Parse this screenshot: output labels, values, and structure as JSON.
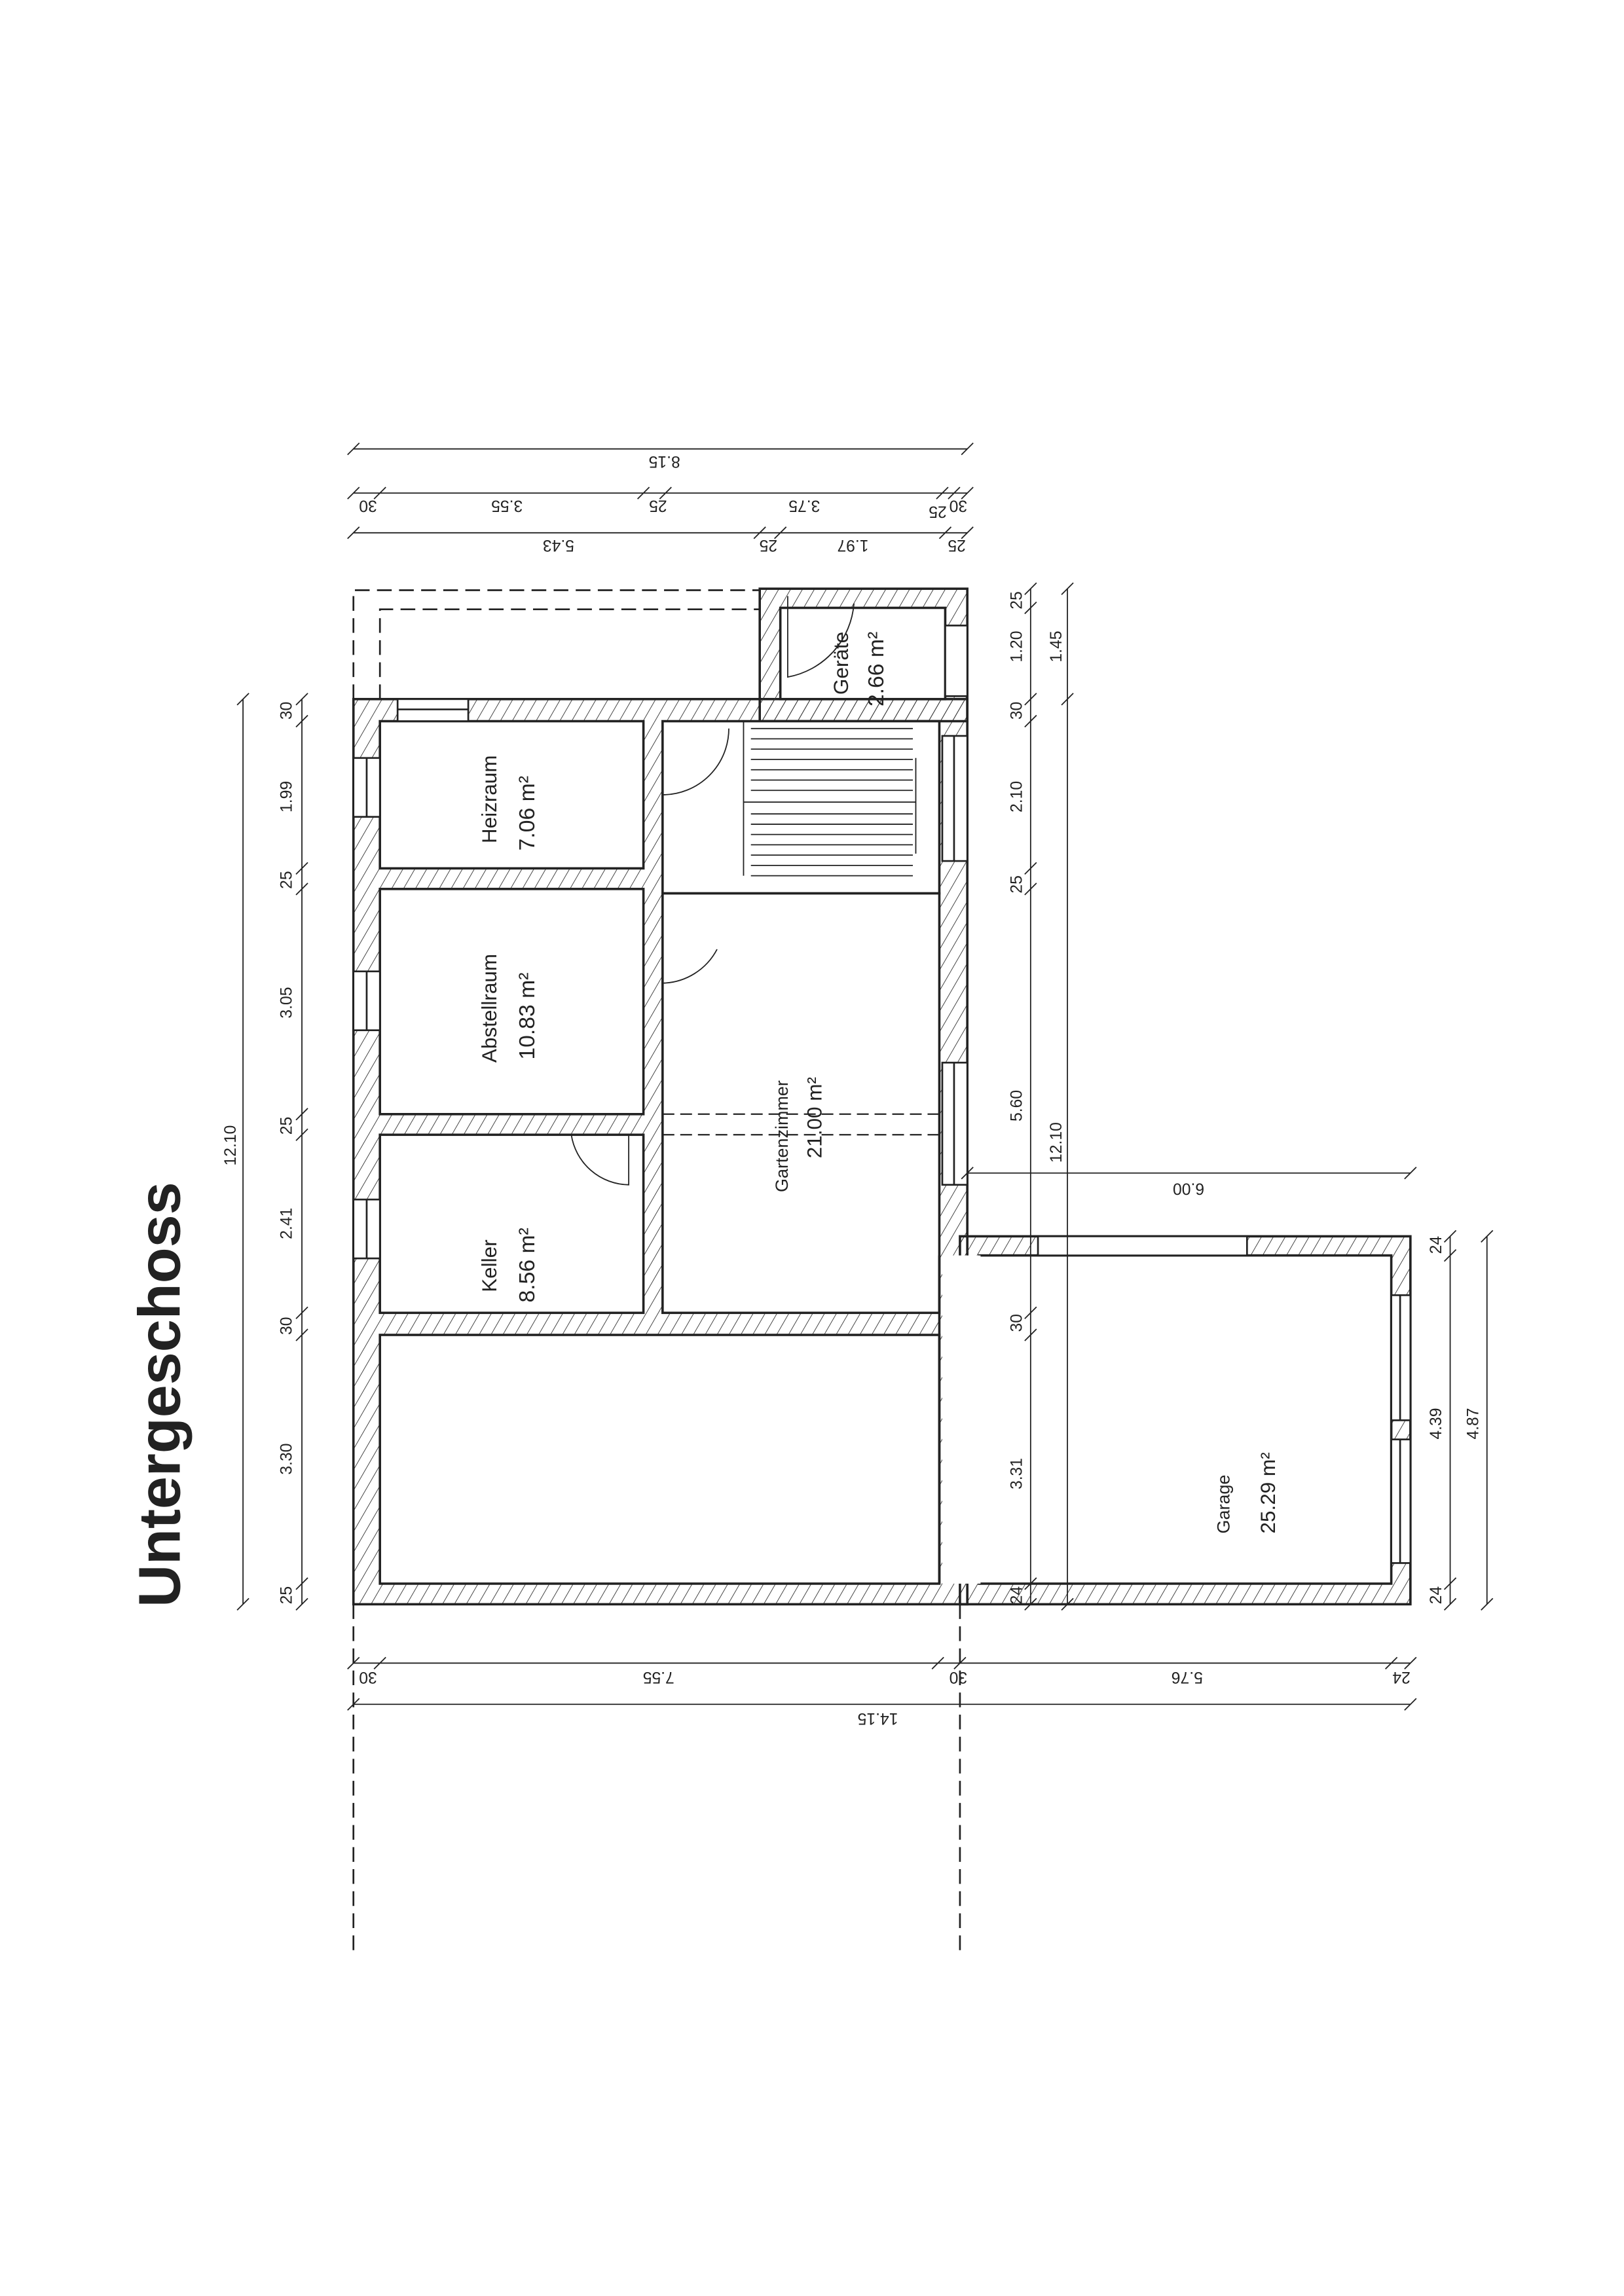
{
  "title": "Untergeschoss",
  "rooms": {
    "heizraum": {
      "name": "Heizraum",
      "area": "7.06 m²"
    },
    "abstellraum": {
      "name": "Abstellraum",
      "area": "10.83 m²"
    },
    "keller": {
      "name": "Keller",
      "area": "8.56 m²"
    },
    "gartenzimmer": {
      "name": "Gartenzimmer",
      "area": "21.00 m²"
    },
    "garage": {
      "name": "Garage",
      "area": "25.29 m²"
    },
    "geraete": {
      "name": "Geräte",
      "area": "2.66 m²"
    }
  },
  "dims": {
    "top_total": "8.15",
    "top_row1": [
      "30",
      "3.55",
      "25",
      "3.75",
      "30",
      "25"
    ],
    "top_row2": [
      "5.43",
      "25",
      "1.97",
      "25"
    ],
    "left_total": "12.10",
    "left": [
      "30",
      "1.99",
      "25",
      "3.05",
      "25",
      "2.41",
      "30",
      "3.30",
      "25"
    ],
    "right1": [
      "25",
      "1.20",
      "30",
      "2.10",
      "25",
      "5.60",
      "30",
      "3.31",
      "24"
    ],
    "right2": [
      "1.45",
      "12.10"
    ],
    "garage_width": "6.00",
    "garage_right": [
      "24",
      "4.39",
      "24"
    ],
    "garage_total": "4.87",
    "bottom": [
      "30",
      "7.55",
      "30",
      "5.76",
      "24"
    ],
    "bottom_total": "14.15"
  }
}
